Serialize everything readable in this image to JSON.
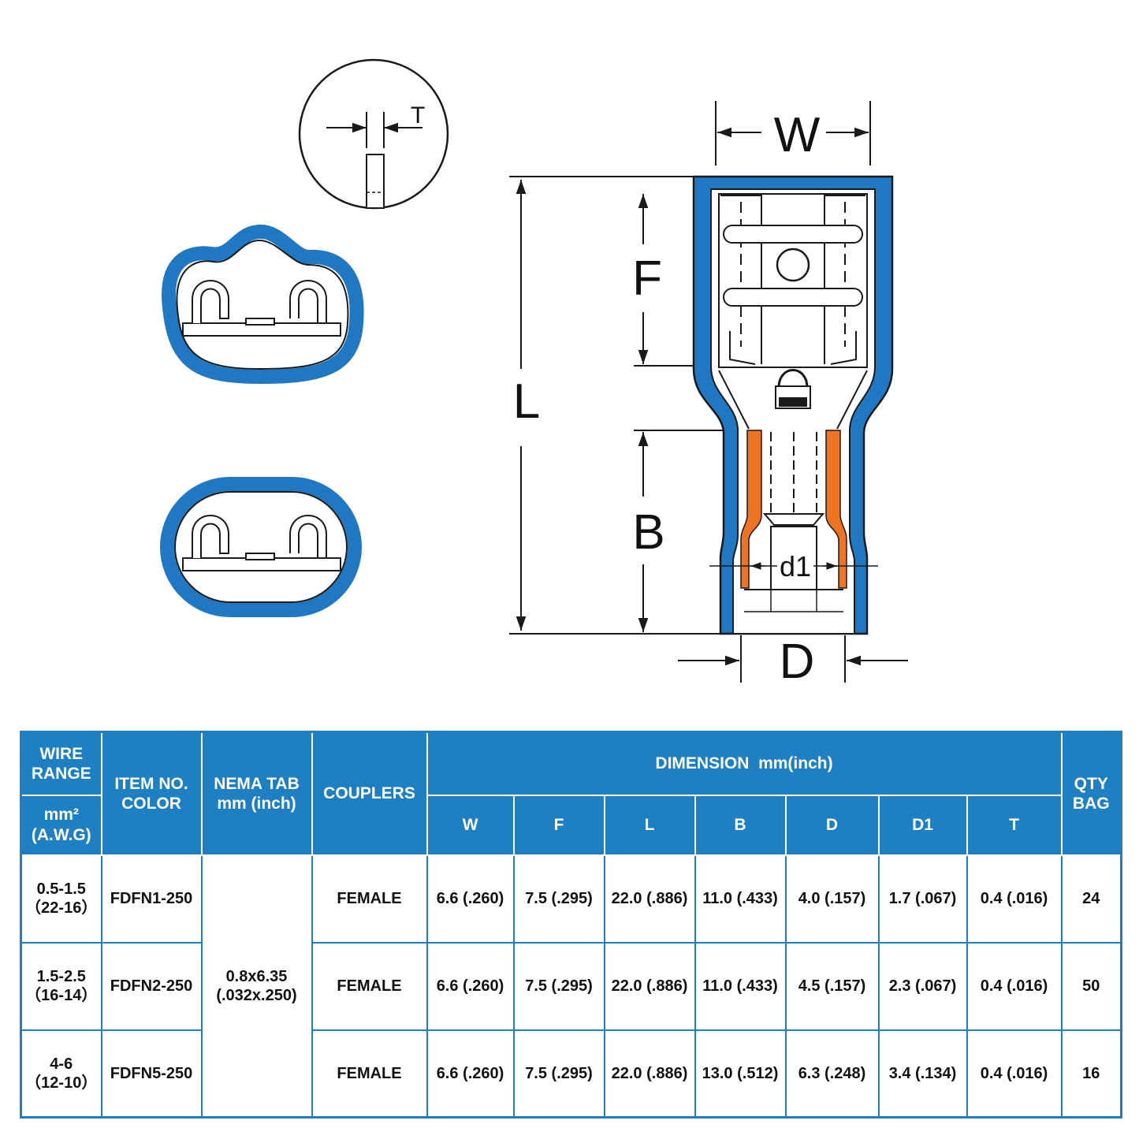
{
  "diagram": {
    "colors": {
      "insulation": "#1f78c1",
      "barrel": "#f07322",
      "line": "#1a1a1a"
    },
    "labels": {
      "w": "W",
      "f": "F",
      "l": "L",
      "b": "B",
      "d": "D",
      "d1": "d1",
      "t": "T"
    }
  },
  "table": {
    "headers": {
      "wire_range": [
        "WIRE",
        "RANGE"
      ],
      "wire_units": [
        "mm²",
        "(A.W.G)"
      ],
      "item": [
        "ITEM NO.",
        "COLOR"
      ],
      "nema": [
        "NEMA TAB",
        "mm (inch)"
      ],
      "couplers": "COUPLERS",
      "dimension": "DIMENSION  mm(inch)",
      "qty": [
        "QTY",
        "BAG"
      ],
      "dims": [
        "W",
        "F",
        "L",
        "B",
        "D",
        "D1",
        "T"
      ]
    },
    "nema_value": [
      "0.8x6.35",
      "(.032x.250)"
    ],
    "rows": [
      {
        "wire": [
          "0.5-1.5",
          "（22-16）"
        ],
        "item": "FDFN1-250",
        "couplers": "FEMALE",
        "dims": [
          "6.6 (.260)",
          "7.5 (.295)",
          "22.0 (.886)",
          "11.0 (.433)",
          "4.0 (.157)",
          "1.7 (.067)",
          "0.4 (.016)"
        ],
        "qty": "24"
      },
      {
        "wire": [
          "1.5-2.5",
          "（16-14）"
        ],
        "item": "FDFN2-250",
        "couplers": "FEMALE",
        "dims": [
          "6.6 (.260)",
          "7.5 (.295)",
          "22.0 (.886)",
          "11.0 (.433)",
          "4.5 (.157)",
          "2.3 (.067)",
          "0.4 (.016)"
        ],
        "qty": "50"
      },
      {
        "wire": [
          "4-6",
          "（12-10）"
        ],
        "item": "FDFN5-250",
        "couplers": "FEMALE",
        "dims": [
          "6.6 (.260)",
          "7.5 (.295)",
          "22.0 (.886)",
          "13.0 (.512)",
          "6.3 (.248)",
          "3.4 (.134)",
          "0.4 (.016)"
        ],
        "qty": "16"
      }
    ]
  }
}
